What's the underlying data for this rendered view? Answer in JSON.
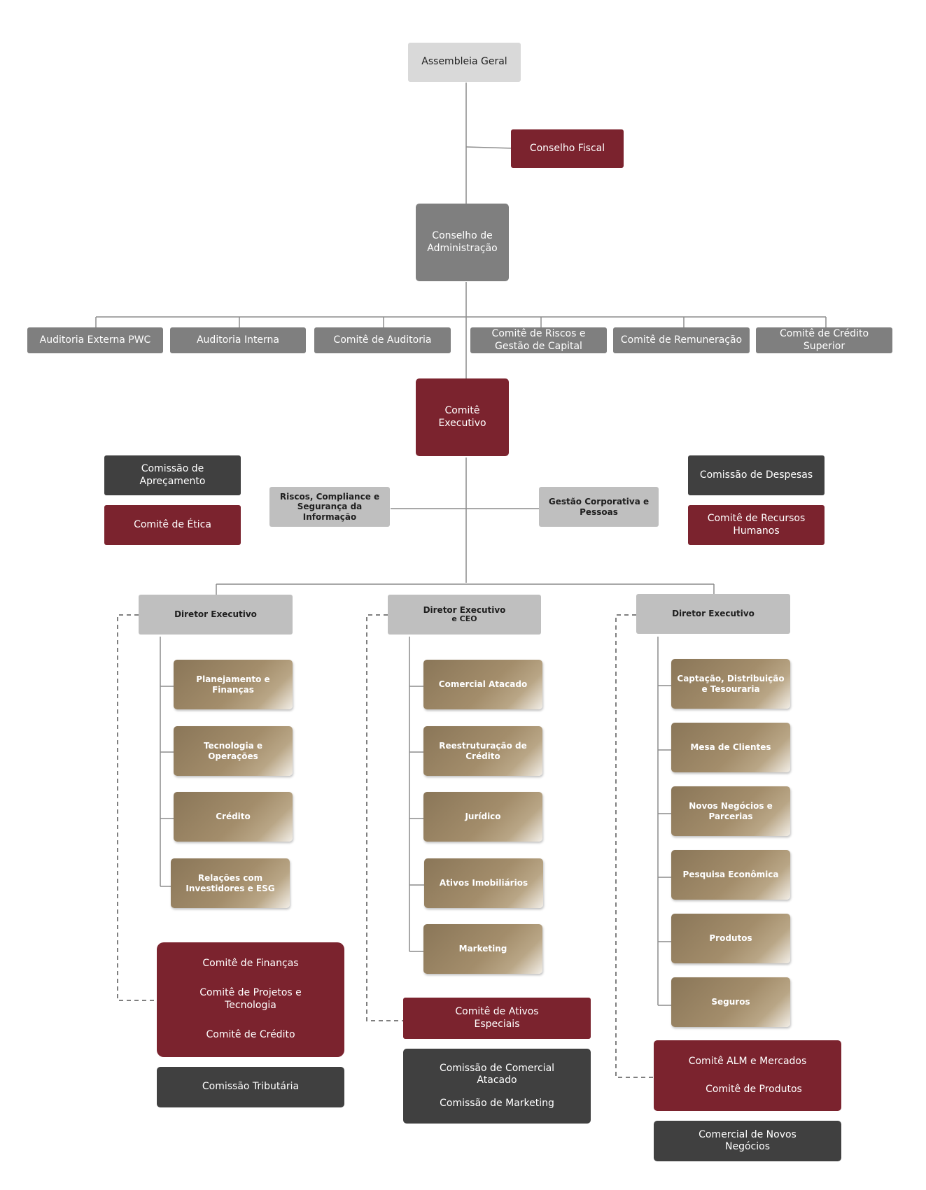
{
  "assembleia": "Assembleia Geral",
  "conselho_fiscal": "Conselho Fiscal",
  "conselho_admin": [
    "Conselho de",
    "Administração"
  ],
  "board_committees": [
    [
      "Auditoria Externa PWC"
    ],
    [
      "Auditoria Interna"
    ],
    [
      "Comitê de Auditoria"
    ],
    [
      "Comitê de Riscos e",
      "Gestão de Capital"
    ],
    [
      "Comitê de Remuneração"
    ],
    [
      "Comitê de Crédito",
      "Superior"
    ]
  ],
  "comite_executivo": [
    "Comitê",
    "Executivo"
  ],
  "left_side": {
    "comissao_aprecamento": "Comissão de Apreçamento",
    "comite_etica": "Comitê de Ética"
  },
  "right_side": {
    "comissao_despesas": "Comissão de Despesas",
    "comite_rh": [
      "Comitê de Recursos",
      "Humanos"
    ]
  },
  "riscos_compliance": [
    "Riscos, Compliance e",
    "Segurança da",
    "Informação"
  ],
  "gestao_corporativa": [
    "Gestão Corporativa e",
    "Pessoas"
  ],
  "directors": [
    {
      "title": [
        "Diretor Executivo"
      ],
      "areas": [
        [
          "Planejamento e",
          "Finanças"
        ],
        [
          "Tecnologia e",
          "Operações"
        ],
        [
          "Crédito"
        ],
        [
          "Relações com",
          "Investidores e ESG"
        ]
      ],
      "committees": [
        [
          "Comitê de Finanças"
        ],
        [
          "Comitê de Projetos e",
          "Tecnologia"
        ],
        [
          "Comitê de Crédito"
        ]
      ],
      "commissions": [
        [
          "Comissão Tributária"
        ]
      ]
    },
    {
      "title": [
        "Diretor Executivo",
        "e CEO"
      ],
      "areas": [
        [
          "Comercial Atacado"
        ],
        [
          "Reestruturação de",
          "Crédito"
        ],
        [
          "Jurídico"
        ],
        [
          "Ativos Imobiliários"
        ],
        [
          "Marketing"
        ]
      ],
      "committees": [
        [
          "Comitê de Ativos",
          "Especiais"
        ]
      ],
      "commissions": [
        [
          "Comissão de Comercial",
          "Atacado"
        ],
        [
          "Comissão de Marketing"
        ]
      ]
    },
    {
      "title": [
        "Diretor Executivo"
      ],
      "areas": [
        [
          "Captação, Distribuição",
          "e Tesouraria"
        ],
        [
          "Mesa de Clientes"
        ],
        [
          "Novos Negócios e",
          "Parcerias"
        ],
        [
          "Pesquisa Econômica"
        ],
        [
          "Produtos"
        ],
        [
          "Seguros"
        ]
      ],
      "committees": [
        [
          "Comitê ALM e Mercados"
        ],
        [
          "Comitê de Produtos"
        ]
      ],
      "commissions": [
        [
          "Comercial de Novos",
          "Negócios"
        ]
      ]
    }
  ],
  "colors": {
    "maroon": "#7b232e",
    "dark": "#404040",
    "midgray": "#7f7f7f",
    "lightgray": "#d9d9d9",
    "gold": "#a38d6b",
    "line": "#8c8c8c"
  }
}
